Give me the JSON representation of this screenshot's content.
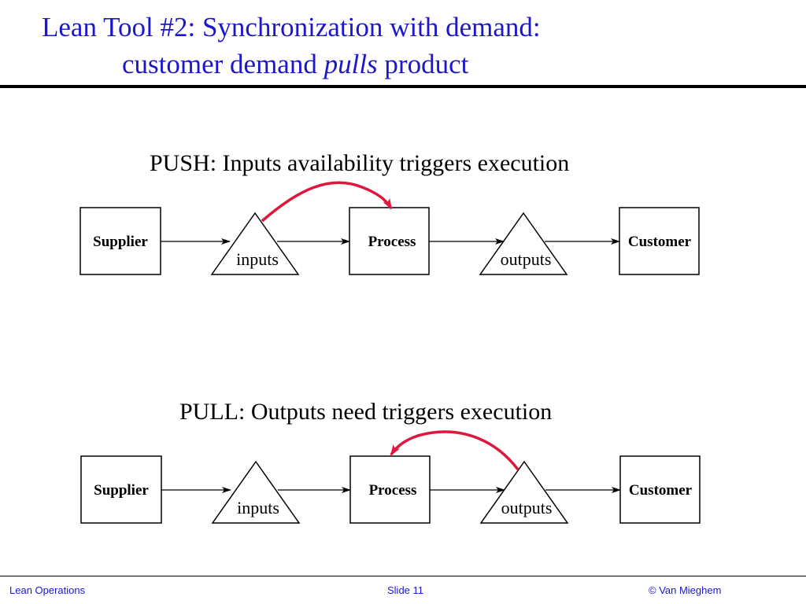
{
  "title": {
    "line1": "Lean Tool #2: Synchronization with demand:",
    "line2_before": "customer demand ",
    "line2_emph": "pulls",
    "line2_after": " product"
  },
  "push": {
    "heading": "PUSH: Inputs availability triggers execution",
    "supplier": "Supplier",
    "inputs": "inputs",
    "process": "Process",
    "outputs": "outputs",
    "customer": "Customer"
  },
  "pull": {
    "heading": "PULL: Outputs need triggers execution",
    "supplier": "Supplier",
    "inputs": "inputs",
    "process": "Process",
    "outputs": "outputs",
    "customer": "Customer"
  },
  "footer": {
    "left": "Lean Operations",
    "center": "Slide 11",
    "right": "© Van Mieghem"
  },
  "colors": {
    "title": "#1c17c8",
    "trigger_arrow": "#e0173c",
    "footer": "#1c17c8"
  }
}
